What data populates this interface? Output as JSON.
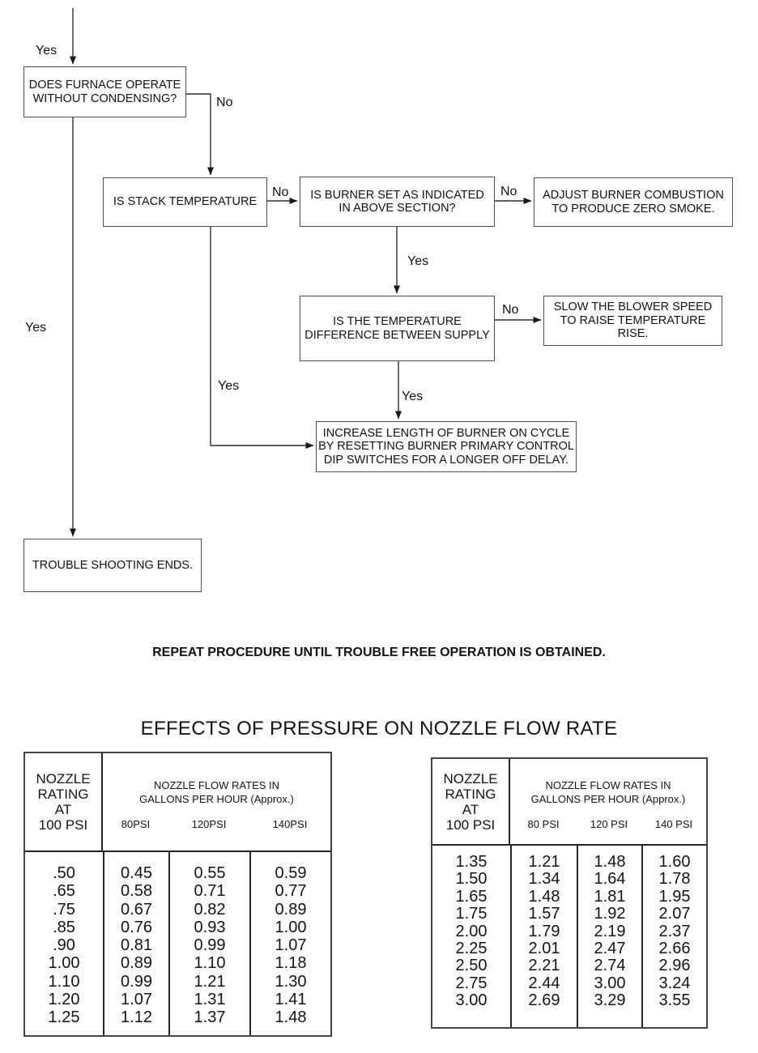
{
  "palette": {
    "background": "#ffffff",
    "ink": "#141414",
    "line": "#2e2e2e",
    "box_border": "#4f4f4f"
  },
  "flowchart": {
    "nodes": [
      {
        "id": "furnace-condensing",
        "label": "DOES FURNACE OPERATE\nWITHOUT CONDENSING?"
      },
      {
        "id": "stack-temperature",
        "label": "IS STACK TEMPERATURE"
      },
      {
        "id": "burner-set",
        "label": "IS BURNER SET AS INDICATED\nIN ABOVE SECTION?"
      },
      {
        "id": "adjust-burner",
        "label": "ADJUST BURNER COMBUSTION\nTO PRODUCE ZERO SMOKE."
      },
      {
        "id": "temperature-difference",
        "label": "IS THE TEMPERATURE\nDIFFERENCE BETWEEN SUPPLY"
      },
      {
        "id": "slow-blower",
        "label": "SLOW THE BLOWER SPEED\nTO RAISE TEMPERATURE\nRISE."
      },
      {
        "id": "increase-on-cycle",
        "label": "INCREASE LENGTH OF BURNER ON CYCLE\nBY RESETTING BURNER PRIMARY CONTROL\nDIP SWITCHES FOR A LONGER OFF  DELAY."
      },
      {
        "id": "troubleshooting-ends",
        "label": "TROUBLE SHOOTING ENDS."
      }
    ],
    "edge_labels": [
      {
        "id": "yes-into-furnace",
        "text": "Yes"
      },
      {
        "id": "no-from-furnace",
        "text": "No"
      },
      {
        "id": "yes-from-furnace",
        "text": "Yes"
      },
      {
        "id": "no-from-stack",
        "text": "No"
      },
      {
        "id": "no-from-burner-set",
        "text": "No"
      },
      {
        "id": "yes-from-burner-set",
        "text": "Yes"
      },
      {
        "id": "no-from-temp-diff",
        "text": "No"
      },
      {
        "id": "yes-from-temp-diff",
        "text": "Yes"
      },
      {
        "id": "yes-from-stack",
        "text": "Yes"
      }
    ]
  },
  "notes": {
    "repeat_procedure": "REPEAT PROCEDURE UNTIL TROUBLE FREE OPERATION IS OBTAINED."
  },
  "section": {
    "title": "EFFECTS OF PRESSURE ON NOZZLE FLOW RATE"
  },
  "tables": [
    {
      "rating_header": "NOZZLE\nRATING\nAT\n100 PSI",
      "flow_header": "NOZZLE FLOW RATES IN\nGALLONS PER HOUR (Approx.)",
      "psi_columns": [
        "80PSI",
        "120PSI",
        "140PSI"
      ],
      "rows": [
        [
          ".50",
          "0.45",
          "0.55",
          "0.59"
        ],
        [
          ".65",
          "0.58",
          "0.71",
          "0.77"
        ],
        [
          ".75",
          "0.67",
          "0.82",
          "0.89"
        ],
        [
          ".85",
          "0.76",
          "0.93",
          "1.00"
        ],
        [
          ".90",
          "0.81",
          "0.99",
          "1.07"
        ],
        [
          "1.00",
          "0.89",
          "1.10",
          "1.18"
        ],
        [
          "1.10",
          "0.99",
          "1.21",
          "1.30"
        ],
        [
          "1.20",
          "1.07",
          "1.31",
          "1.41"
        ],
        [
          "1.25",
          "1.12",
          "1.37",
          "1.48"
        ]
      ]
    },
    {
      "rating_header": "NOZZLE\nRATING\nAT\n100 PSI",
      "flow_header": "NOZZLE FLOW RATES IN\nGALLONS PER HOUR (Approx.)",
      "psi_columns": [
        "80 PSI",
        "120 PSI",
        "140 PSI"
      ],
      "rows": [
        [
          "1.35",
          "1.21",
          "1.48",
          "1.60"
        ],
        [
          "1.50",
          "1.34",
          "1.64",
          "1.78"
        ],
        [
          "1.65",
          "1.48",
          "1.81",
          "1.95"
        ],
        [
          "1.75",
          "1.57",
          "1.92",
          "2.07"
        ],
        [
          "2.00",
          "1.79",
          "2.19",
          "2.37"
        ],
        [
          "2.25",
          "2.01",
          "2.47",
          "2.66"
        ],
        [
          "2.50",
          "2.21",
          "2.74",
          "2.96"
        ],
        [
          "2.75",
          "2.44",
          "3.00",
          "3.24"
        ],
        [
          "3.00",
          "2.69",
          "3.29",
          "3.55"
        ]
      ]
    }
  ]
}
